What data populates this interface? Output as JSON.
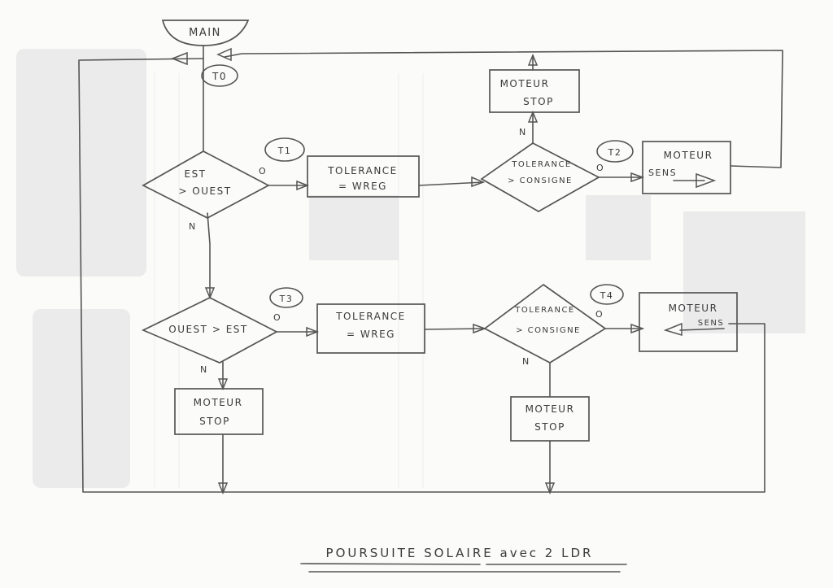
{
  "diagram": {
    "start_label": "MAIN",
    "title": "POURSUITE SOLAIRE avec 2 LDR",
    "tags": {
      "t0": "T0",
      "t1": "T1",
      "t2": "T2",
      "t3": "T3",
      "t4": "T4"
    },
    "decisions": {
      "d1": {
        "line1": "EST",
        "line2": "> OUEST",
        "yes": "O",
        "no": "N"
      },
      "d2": {
        "line1": "TOLERANCE",
        "line2": "> CONSIGNE",
        "yes": "O",
        "no": "N"
      },
      "d3": {
        "line1": "OUEST > EST",
        "yes": "O",
        "no": "N"
      },
      "d4": {
        "line1": "TOLERANCE",
        "line2": "> CONSIGNE",
        "yes": "O",
        "no": "N"
      }
    },
    "processes": {
      "p1": {
        "line1": "TOLERANCE",
        "line2": "= WREG"
      },
      "p2": {
        "line1": "MOTEUR",
        "line2": "STOP"
      },
      "p3": {
        "line1": "MOTEUR",
        "line2": "SENS"
      },
      "p4": {
        "line1": "TOLERANCE",
        "line2": "= WREG"
      },
      "p5": {
        "line1": "MOTEUR",
        "line2": "SENS"
      },
      "p6": {
        "line1": "MOTEUR",
        "line2": "STOP"
      },
      "p7": {
        "line1": "MOTEUR",
        "line2": "STOP"
      }
    }
  }
}
